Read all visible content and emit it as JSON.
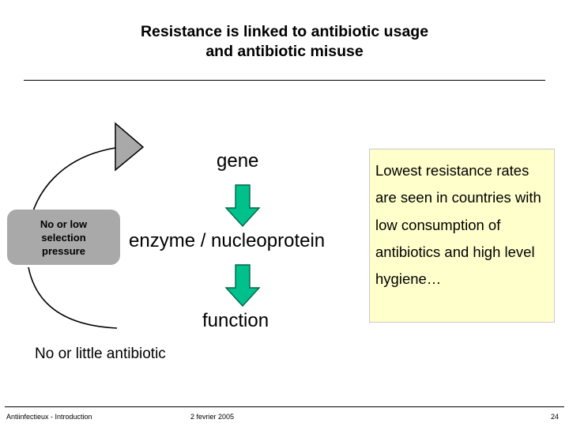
{
  "slide": {
    "title_line1": "Resistance is linked to antibiotic usage",
    "title_line2": "and antibiotic misuse"
  },
  "cycle": {
    "pressure_line1": "No or low",
    "pressure_line2": "selection",
    "pressure_line3": "pressure",
    "bottom_caption": "No or little antibiotic",
    "arrow_color": "#a9a9a9",
    "arc_color": "#000000"
  },
  "flow": {
    "step1": "gene",
    "step2": "enzyme / nucleoprotein",
    "step3": "function",
    "arrow_fill": "#00c08c",
    "arrow_stroke": "#006644"
  },
  "callout": {
    "text": "Lowest resistance rates are seen in countries with low consumption of antibiotics and high level hygiene…",
    "background": "#ffffcc",
    "border": "#c8c8d0"
  },
  "footer": {
    "left": "Antiinfectieux - Introduction",
    "center": "2 fevrier 2005",
    "page": "24"
  }
}
